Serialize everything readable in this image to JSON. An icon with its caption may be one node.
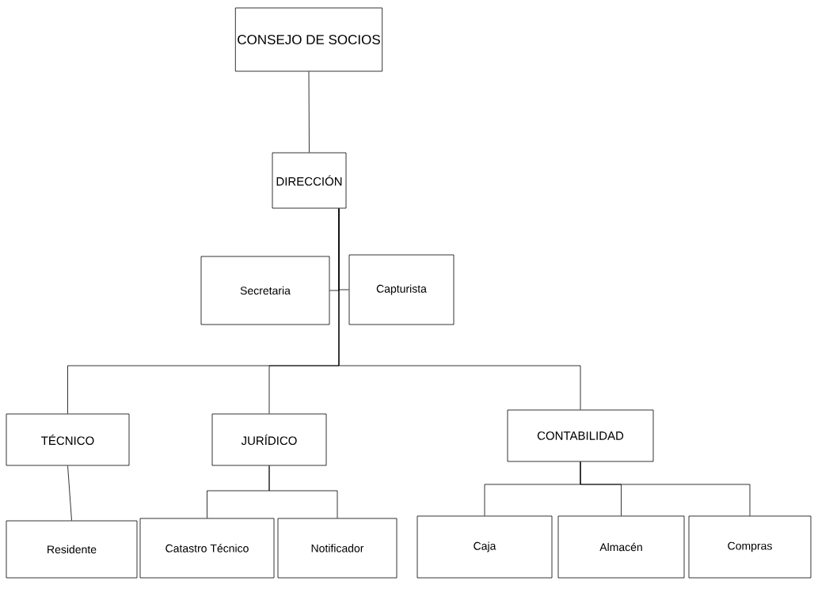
{
  "diagram": {
    "nodes": [
      {
        "text": [
          "CONSEJO DE SOCIOS"
        ]
      },
      {
        "text": [
          "DIRECCIÓN"
        ]
      },
      {
        "text": [
          "Secretaria"
        ]
      },
      {
        "text": [
          "Capturista"
        ]
      },
      {
        "text": [
          "TÉCNICO"
        ]
      },
      {
        "text": [
          "JURÍDICO"
        ]
      },
      {
        "text": [
          "CONTABILIDAD"
        ]
      },
      {
        "text": [
          "Residente"
        ]
      },
      {
        "text": [
          "Catastro Técnico"
        ]
      },
      {
        "text": [
          "Notificador"
        ]
      },
      {
        "text": [
          "Caja"
        ]
      },
      {
        "text": [
          "Almacén"
        ]
      },
      {
        "text": [
          "Compras"
        ]
      }
    ],
    "edges": [
      {
        "from": 0,
        "to": 1,
        "arrow": "none"
      },
      {
        "from": 1,
        "to": 2,
        "arrow": "none"
      },
      {
        "from": 1,
        "to": 3,
        "arrow": "none"
      },
      {
        "from": 1,
        "to": 4,
        "arrow": "none"
      },
      {
        "from": 1,
        "to": 5,
        "arrow": "none"
      },
      {
        "from": 1,
        "to": 6,
        "arrow": "none"
      },
      {
        "from": 4,
        "to": 7,
        "arrow": "none"
      },
      {
        "from": 5,
        "to": 8,
        "arrow": "none"
      },
      {
        "from": 5,
        "to": 9,
        "arrow": "none"
      },
      {
        "from": 6,
        "to": 10,
        "arrow": "none"
      },
      {
        "from": 6,
        "to": 11,
        "arrow": "none"
      },
      {
        "from": 6,
        "to": 12,
        "arrow": "none"
      }
    ]
  }
}
